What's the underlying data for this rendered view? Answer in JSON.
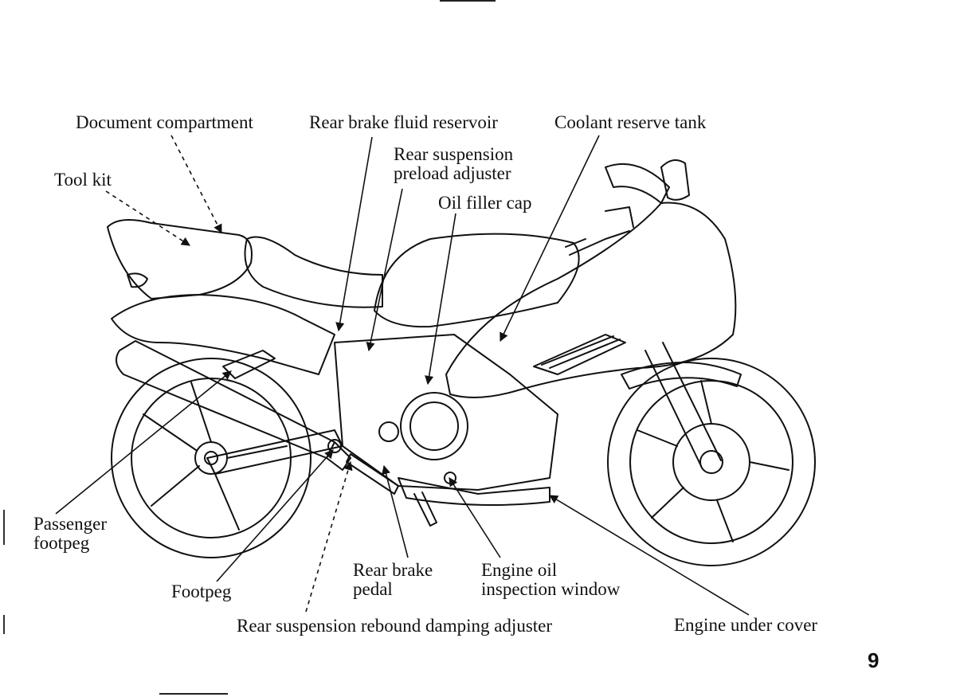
{
  "labels": {
    "document_compartment": "Document compartment",
    "rear_brake_fluid_reservoir": "Rear brake fluid reservoir",
    "coolant_reserve_tank": "Coolant reserve tank",
    "rear_suspension_preload_adjuster": "Rear   suspension\npreload adjuster",
    "oil_filler_cap": "Oil filler cap",
    "tool_kit": "Tool kit",
    "passenger_footpeg": "Passenger\nfootpeg",
    "footpeg": "Footpeg",
    "rear_brake_pedal": "Rear brake\npedal",
    "engine_oil_inspection_window": "Engine oil\ninspection window",
    "rear_suspension_rebound_damping_adjuster": "Rear suspension rebound damping adjuster",
    "engine_under_cover": "Engine under cover"
  },
  "page_number": "9"
}
